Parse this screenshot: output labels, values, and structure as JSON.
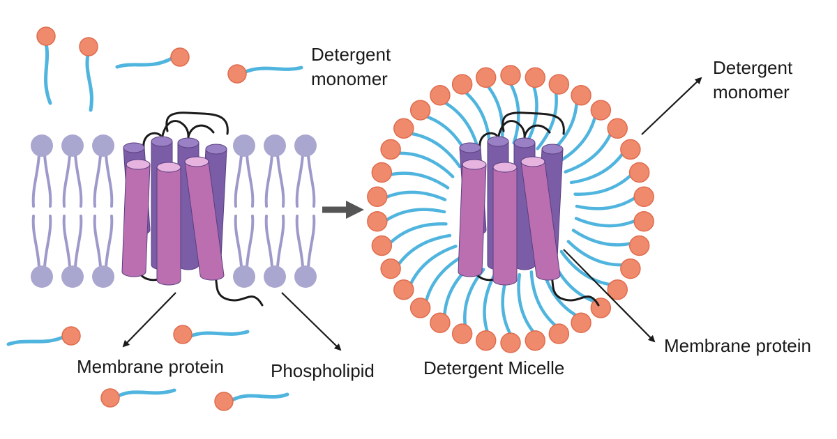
{
  "labels": {
    "detergent_monomer_left_line1": "Detergent",
    "detergent_monomer_left_line2": "monomer",
    "detergent_monomer_right_line1": "Detergent",
    "detergent_monomer_right_line2": "monomer",
    "membrane_protein_left": "Membrane protein",
    "phospholipid": "Phospholipid",
    "detergent_micelle": "Detergent Micelle",
    "membrane_protein_right": "Membrane protein"
  },
  "colors": {
    "detergent_head": "#f08a6c",
    "detergent_head_stroke": "#e06c4e",
    "detergent_tail": "#4fb4de",
    "phospholipid_head": "#a9a6cf",
    "phospholipid_tail": "#9d9acb",
    "helix_front": "#bb6fb0",
    "helix_front_top": "#e7b3df",
    "helix_back": "#7a5ca7",
    "helix_back_top": "#9a80c4",
    "loop": "#1a1a1a",
    "arrow": "#1a1a1a",
    "process_arrow": "#555555"
  },
  "micelle": {
    "head_count": 34
  }
}
